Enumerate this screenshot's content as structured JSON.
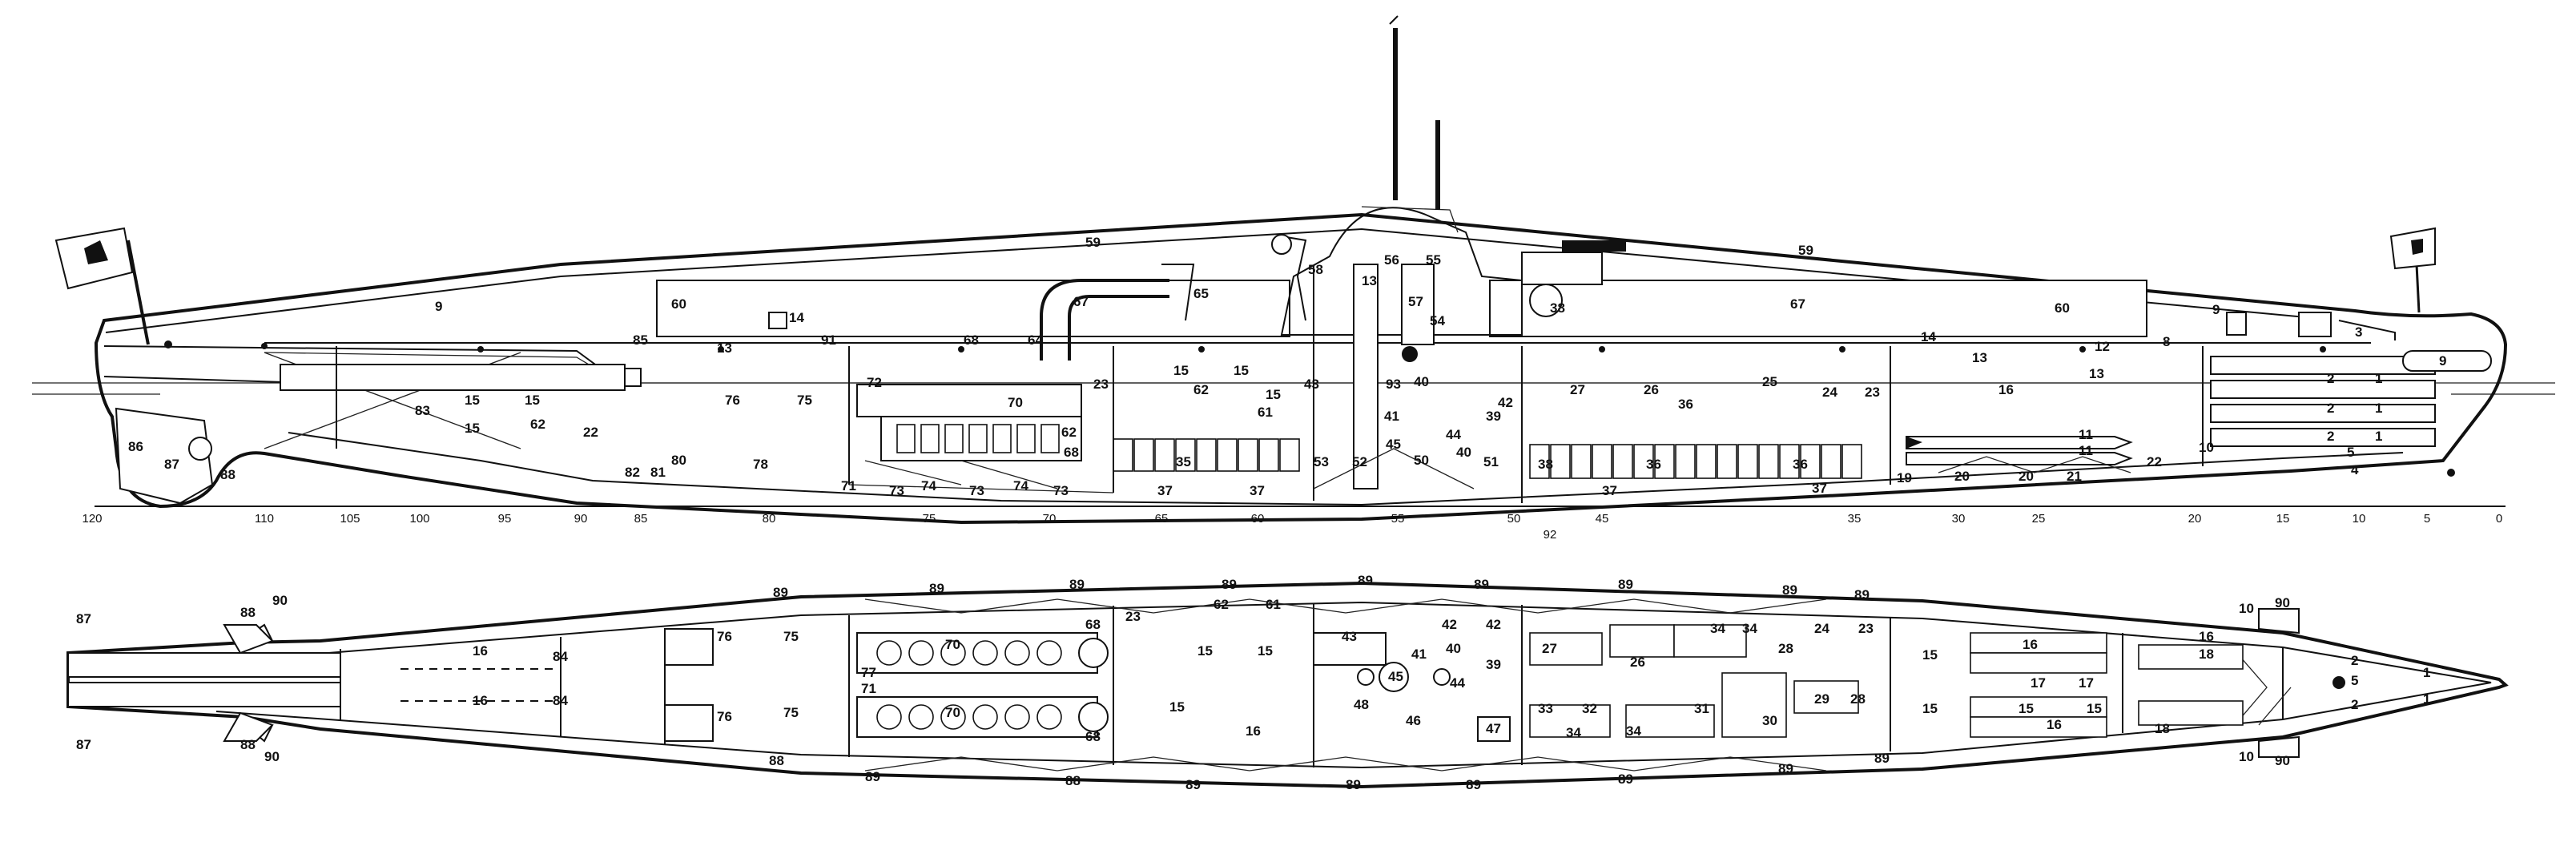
{
  "side_view": {
    "frame_scale": [
      "120",
      "110",
      "105",
      "100",
      "95",
      "90",
      "85",
      "80",
      "75",
      "70",
      "65",
      "60",
      "55",
      "50",
      "45",
      "35",
      "30",
      "25",
      "20",
      "15",
      "10",
      "5",
      "0"
    ],
    "keel_label": "92",
    "labels": {
      "top_59a": "59",
      "top_59b": "59",
      "top_9a": "9",
      "top_9b": "9",
      "n60a": "60",
      "n60b": "60",
      "n67a": "67",
      "n67b": "67",
      "n14": "14",
      "n91": "91",
      "n68": "68",
      "n64": "64",
      "n65": "65",
      "n58": "58",
      "n56": "56",
      "n55": "55",
      "n13a": "13",
      "n57": "57",
      "n54": "54",
      "n38": "38",
      "n85": "85",
      "n13b": "13",
      "n76": "76",
      "n75": "75",
      "n72": "72",
      "n70": "70",
      "n23a": "23",
      "n15a": "15",
      "n15b": "15",
      "n15c": "15",
      "n62a": "62",
      "n61": "61",
      "n43": "43",
      "n41": "41",
      "n93": "93",
      "n40": "40",
      "n39": "39",
      "n42": "42",
      "n27": "27",
      "n26": "26",
      "n36a": "36",
      "n25": "25",
      "n24": "24",
      "n23b": "23",
      "n14b": "14",
      "n13c": "13",
      "n16": "16",
      "n12": "12",
      "n13d": "13",
      "n8": "8",
      "n9c": "9",
      "n1a": "1",
      "n1b": "1",
      "n1c": "1",
      "n2a": "2",
      "n2b": "2",
      "n2c": "2",
      "n3": "3",
      "n5": "5",
      "n4": "4",
      "n10": "10",
      "n11a": "11",
      "n11b": "11",
      "n22a": "22",
      "n21": "21",
      "n20a": "20",
      "n20b": "20",
      "n19": "19",
      "n37a": "37",
      "n37b": "37",
      "n37c": "37",
      "n37d": "37",
      "n36b": "36",
      "n36c": "36",
      "n38b": "38",
      "n51": "51",
      "n52": "52",
      "n53": "53",
      "n50": "50",
      "n45": "45",
      "n44": "44",
      "n40b": "40",
      "n35": "35",
      "n68b": "68",
      "n62b": "62",
      "n73a": "73",
      "n73b": "73",
      "n73c": "73",
      "n74a": "74",
      "n74b": "74",
      "n71": "71",
      "n78": "78",
      "n22b": "22",
      "n82": "82",
      "n81": "81",
      "n80": "80",
      "n83": "83",
      "n15d": "15",
      "n15e": "15",
      "n15f": "15",
      "n62c": "62",
      "n86": "86",
      "n87": "87",
      "n88": "88"
    }
  },
  "plan_view": {
    "labels": {
      "p87a": "87",
      "p88a": "88",
      "p90a": "90",
      "p87b": "87",
      "p88b": "88",
      "p90b": "90",
      "p89a": "89",
      "p89b": "89",
      "p89c": "89",
      "p89d": "89",
      "p89e": "89",
      "p89f": "89",
      "p89g": "89",
      "p89h": "89",
      "p89i": "89",
      "p89j": "89",
      "p89k": "89",
      "p89l": "89",
      "p89m": "89",
      "p89n": "89",
      "p89o": "89",
      "p89p": "89",
      "p88c": "88",
      "p88d": "88",
      "p84a": "84",
      "p84b": "84",
      "p16a": "16",
      "p16b": "16",
      "p76a": "76",
      "p76b": "76",
      "p75a": "75",
      "p75b": "75",
      "p77": "77",
      "p71": "71",
      "p70a": "70",
      "p70b": "70",
      "p68a": "68",
      "p68b": "68",
      "p23a": "23",
      "p62": "62",
      "p61": "61",
      "p15a": "15",
      "p15b": "15",
      "p15c": "15",
      "p16c": "16",
      "p43": "43",
      "p45": "45",
      "p41": "41",
      "p40": "40",
      "p44": "44",
      "p42a": "42",
      "p39": "39",
      "p48": "48",
      "p46": "46",
      "p47": "47",
      "p42b": "42",
      "p27": "27",
      "p26": "26",
      "p34a": "34",
      "p34b": "34",
      "p28": "28",
      "p24": "24",
      "p23b": "23",
      "p33": "33",
      "p32": "32",
      "p34c": "34",
      "p34d": "34",
      "p31": "31",
      "p30": "30",
      "p29": "29",
      "p28b": "28",
      "p15d": "15",
      "p15e": "15",
      "p17a": "17",
      "p17b": "17",
      "p15f": "15",
      "p15g": "15",
      "p16d": "16",
      "p16e": "16",
      "p16f": "16",
      "p18a": "18",
      "p18b": "18",
      "p10a": "10",
      "p10b": "10",
      "p2a": "2",
      "p2b": "2",
      "p1a": "1",
      "p1b": "1",
      "p5": "5",
      "p90c": "90",
      "p90d": "90"
    }
  }
}
